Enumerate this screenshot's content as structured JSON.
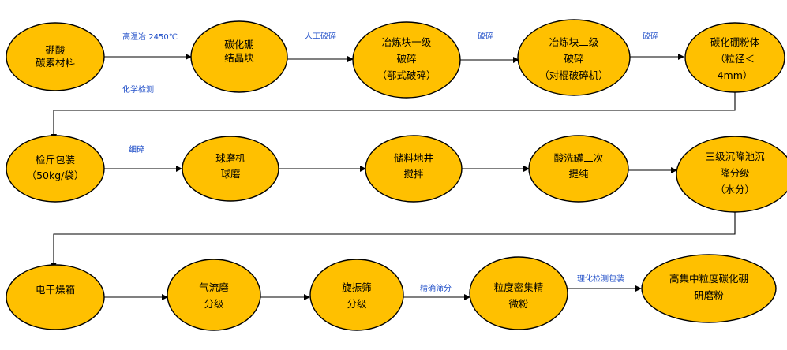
{
  "nodes": {
    "n1": [
      "硼酸",
      "碳素材料"
    ],
    "n2": [
      "碳化硼",
      "结晶块"
    ],
    "n3": [
      "冶炼块一级",
      "破碎",
      "（鄂式破碎）"
    ],
    "n4": [
      "冶炼块二级",
      "破碎",
      "（对棍破碎机）"
    ],
    "n5": [
      "碳化硼粉体",
      "（粒径＜",
      "4mm）"
    ],
    "n6": [
      "检斤包装",
      "（50kg/袋）"
    ],
    "n7": [
      "球磨机",
      "球磨"
    ],
    "n8": [
      "储料地井",
      "搅拌"
    ],
    "n9": [
      "酸洗罐二次",
      "提纯"
    ],
    "n10": [
      "三级沉降池沉",
      "降分级",
      "（水分）"
    ],
    "n11": [
      "电干燥箱"
    ],
    "n12": [
      "气流磨",
      "分级"
    ],
    "n13": [
      "旋振筛",
      "分级"
    ],
    "n14": [
      "粒度密集精",
      "微粉"
    ],
    "n15": [
      "高集中粒度碳化硼",
      "研磨粉"
    ]
  },
  "edge_labels": {
    "e1": "高温冶 2450℃",
    "e1b": "化学检测",
    "e2": "人工破碎",
    "e3": "破碎",
    "e4": "破碎",
    "e6": "细碎",
    "e13": "精确筛分",
    "e14": "理化检测包装"
  }
}
